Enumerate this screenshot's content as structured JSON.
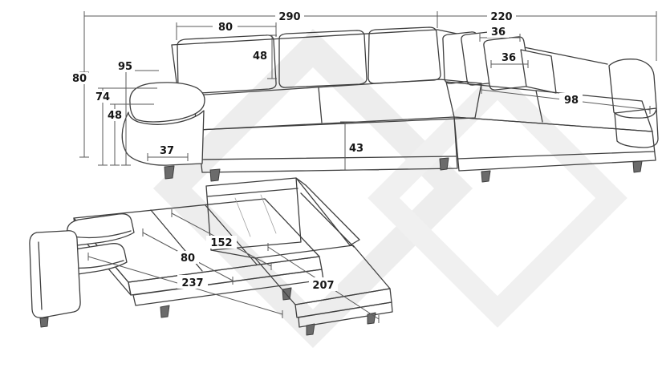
{
  "diagram": {
    "subject": "corner sofa-bed technical drawing with dimensions",
    "colors": {
      "outline": "#3f3f3f",
      "dimension_line": "#5a5a5a",
      "label_text": "#161616",
      "watermark": "#ededed",
      "background": "#ffffff"
    },
    "assembled_view": {
      "dimensions": {
        "total_width": "290",
        "chaise_total_depth": "220",
        "back_cushion_width": "80",
        "back_cushion_height": "48",
        "pillow_a": "36",
        "pillow_b": "36",
        "overall_height": "80",
        "armrest_peak_height": "95",
        "backrest_height": "74",
        "arm_side_height": "48",
        "armrest_width": "37",
        "chaise_seat_depth": "98",
        "base_height": "43"
      }
    },
    "bed_view": {
      "dimensions": {
        "bed_width": "152",
        "seat_depth": "80",
        "bed_length": "237",
        "chaise_length": "207"
      }
    }
  }
}
